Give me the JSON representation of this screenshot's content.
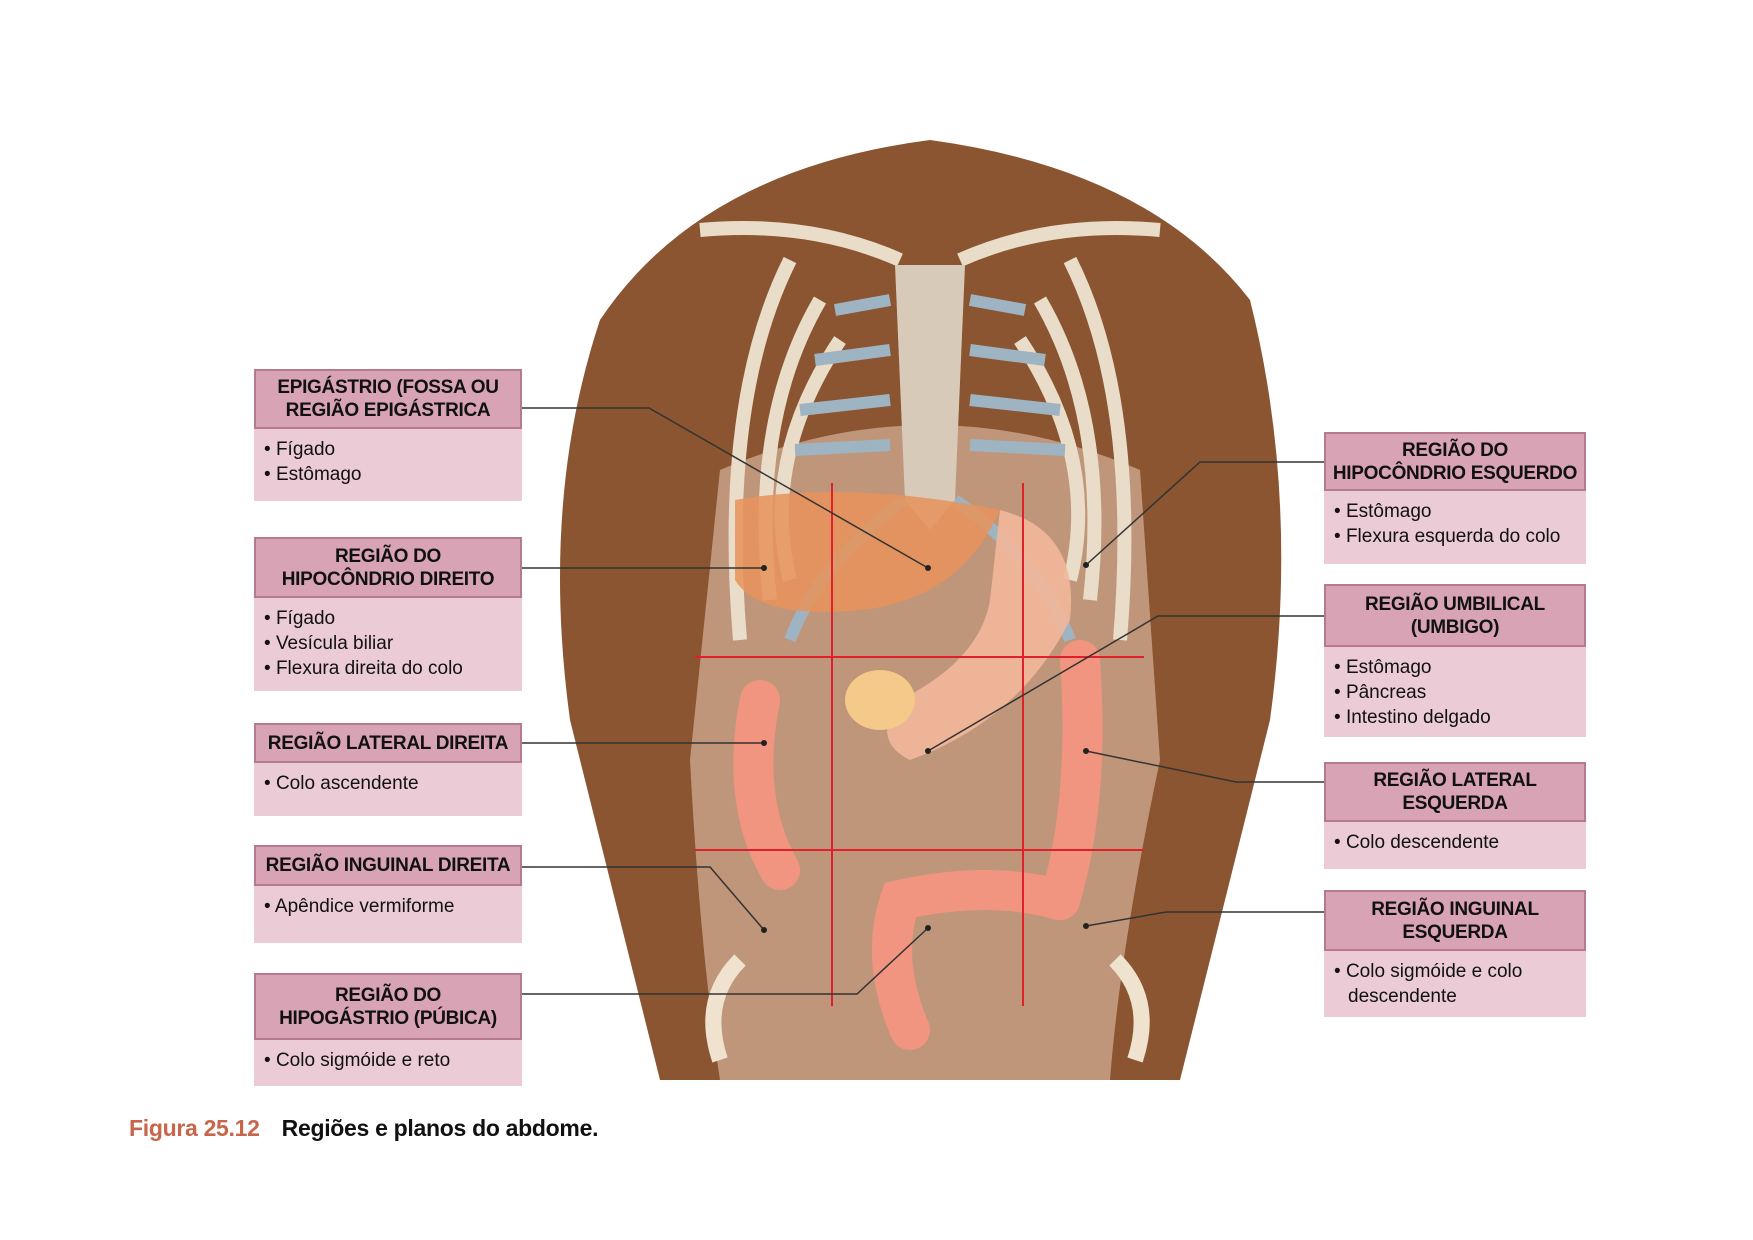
{
  "regions_left": [
    {
      "title": [
        "EPIGÁSTRIO (FOSSA OU",
        "REGIÃO EPIGÁSTRICA"
      ],
      "items": [
        "Fígado",
        "Estômago"
      ]
    },
    {
      "title": [
        "REGIÃO DO",
        "HIPOCÔNDRIO DIREITO"
      ],
      "items": [
        "Fígado",
        "Vesícula biliar",
        "Flexura direita do colo"
      ]
    },
    {
      "title": [
        "REGIÃO LATERAL DIREITA"
      ],
      "items": [
        "Colo ascendente"
      ]
    },
    {
      "title": [
        "REGIÃO INGUINAL DIREITA"
      ],
      "items": [
        "Apêndice vermiforme"
      ]
    },
    {
      "title": [
        "REGIÃO DO",
        "HIPOGÁSTRIO (PÚBICA)"
      ],
      "items": [
        "Colo sigmóide e reto"
      ]
    }
  ],
  "regions_right": [
    {
      "title": [
        "REGIÃO DO",
        "HIPOCÔNDRIO ESQUERDO"
      ],
      "items": [
        "Estômago",
        "Flexura esquerda do colo"
      ]
    },
    {
      "title": [
        "REGIÃO UMBILICAL",
        "(UMBIGO)"
      ],
      "items": [
        "Estômago",
        "Pâncreas",
        "Intestino delgado"
      ]
    },
    {
      "title": [
        "REGIÃO LATERAL",
        "ESQUERDA"
      ],
      "items": [
        "Colo descendente"
      ]
    },
    {
      "title": [
        "REGIÃO INGUINAL",
        "ESQUERDA"
      ],
      "items": [
        "Colo sigmóide e colo",
        "descendente"
      ]
    }
  ],
  "caption": {
    "number": "Figura 25.12",
    "text": "Regiões e planos do abdome."
  },
  "colors": {
    "header": "#d7a3b5",
    "body": "#ebcbd6",
    "plane_lines": "#e0202a",
    "caption_number": "#c8654a"
  }
}
